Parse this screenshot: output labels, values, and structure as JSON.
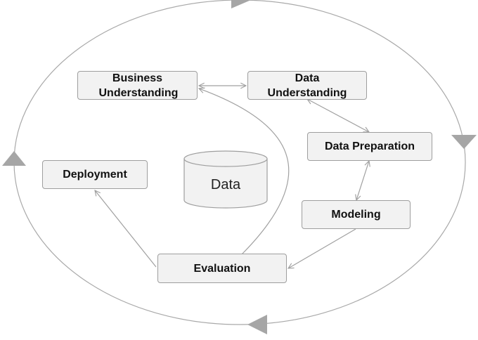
{
  "nodes": {
    "business_understanding": "Business Understanding",
    "data_understanding": "Data Understanding",
    "data_preparation": "Data Preparation",
    "modeling": "Modeling",
    "evaluation": "Evaluation",
    "deployment": "Deployment"
  },
  "data_store": {
    "label": "Data"
  },
  "colors": {
    "box_fill": "#f2f2f2",
    "box_border": "#9e9e9e",
    "line": "#a0a0a0",
    "cycle_arrow": "#a6a6a6"
  }
}
